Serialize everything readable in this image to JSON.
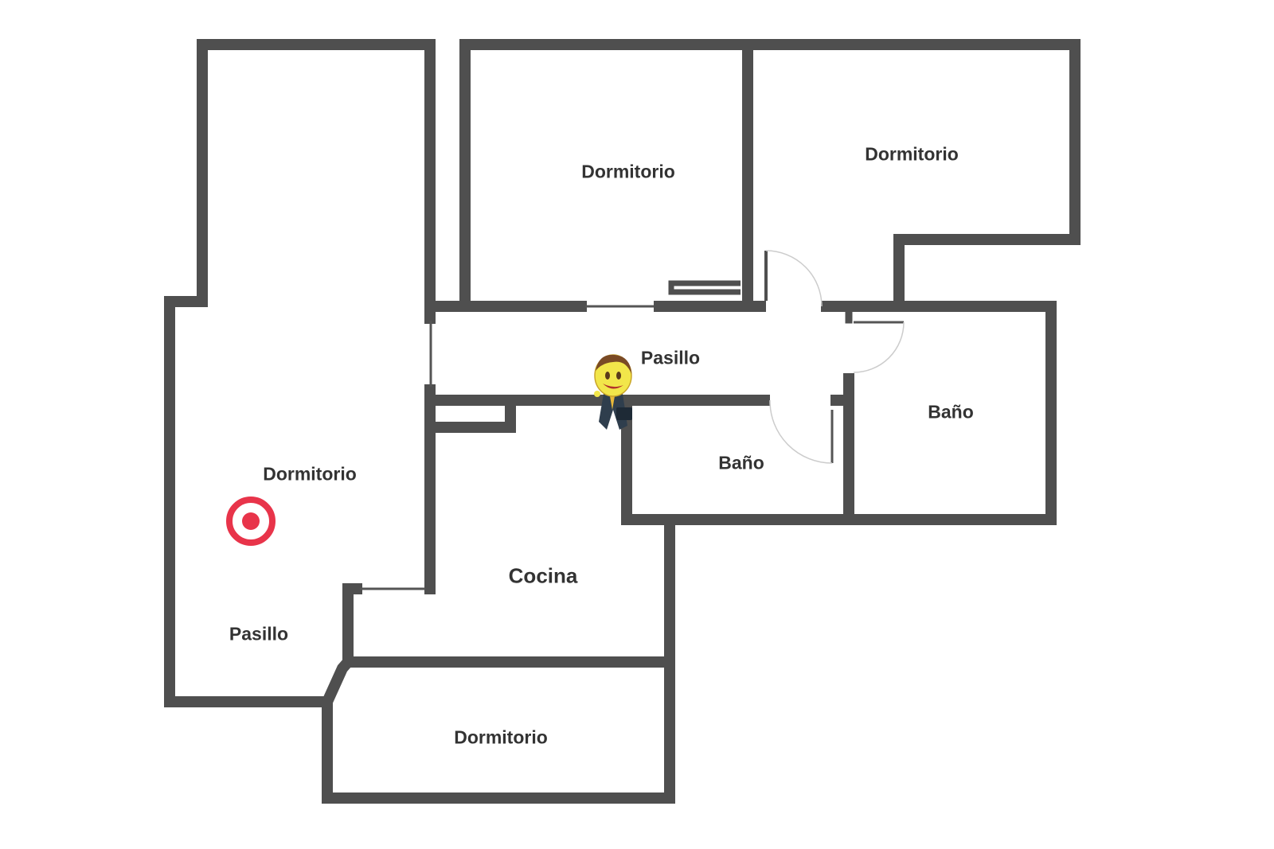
{
  "rooms": {
    "bedroom_top_middle": "Dormitorio",
    "bedroom_top_right": "Dormitorio",
    "hallway_center": "Pasillo",
    "bathroom_right": "Baño",
    "bathroom_center": "Baño",
    "bedroom_left": "Dormitorio",
    "kitchen": "Cocina",
    "hallway_left": "Pasillo",
    "bedroom_bottom": "Dormitorio"
  },
  "colors": {
    "wall": "#4f4f4f",
    "marker": "#e8344a",
    "text": "#333333"
  },
  "icons": {
    "location_marker": "target-icon",
    "agent_mascot": "mascot-icon"
  }
}
